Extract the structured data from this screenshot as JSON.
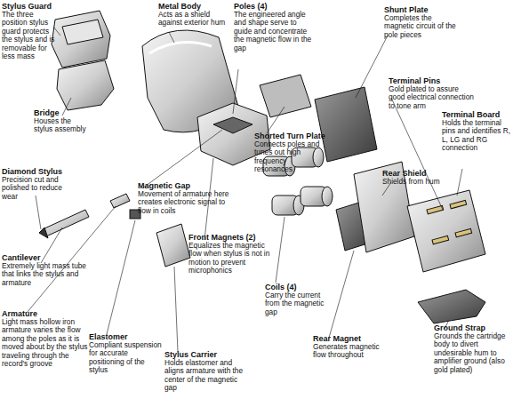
{
  "diagram": {
    "labels": [
      "Stylus Guard",
      "The three position stylus guard protects the stylus and is removable for less mass",
      "Metal Body",
      "Acts as a shield against exterior hum",
      "Poles (4)",
      "The engineered angle and shape serve to guide and concentrate the magnetic flow in the gap",
      "Shunt Plate",
      "Completes the magnetic circuit of the pole pieces",
      "Bridge",
      "Houses the stylus assembly",
      "Shorted Turn Plate",
      "Connects poles and tunes out high frequency resonances",
      "Terminal Pins",
      "Gold plated to assure good electrical connection to tone arm",
      "Terminal Board",
      "Holds the terminal pins and identifies R, L, LG and RG connection",
      "Diamond Stylus",
      "Precision cut and polished to reduce wear",
      "Magnetic Gap",
      "Movement of armature here creates electronic signal to flow in coils",
      "Rear Shield",
      "Shields from hum",
      "Front Magnets (2)",
      "Equalizes the magnetic flow when stylus is not in motion to prevent microphonics",
      "Cantilever",
      "Extremely light mass tube that links the stylus and armature",
      "Coils (4)",
      "Carry the current from the magnetic gap",
      "Rear Magnet",
      "Generates magnetic flow throughout",
      "Ground Strap",
      "Grounds the cartridge body to divert undesirable hum to amplifier ground (also gold plated)",
      "Armature",
      "Light mass hollow iron armature varies the flow among the poles as it is moved about by the stylus traveling through the record's groove",
      "Elastomer",
      "Compliant suspension for accurate positioning of the stylus",
      "Stylus Carrier",
      "Holds elastomer and aligns armature with the center of the magnetic gap"
    ]
  }
}
